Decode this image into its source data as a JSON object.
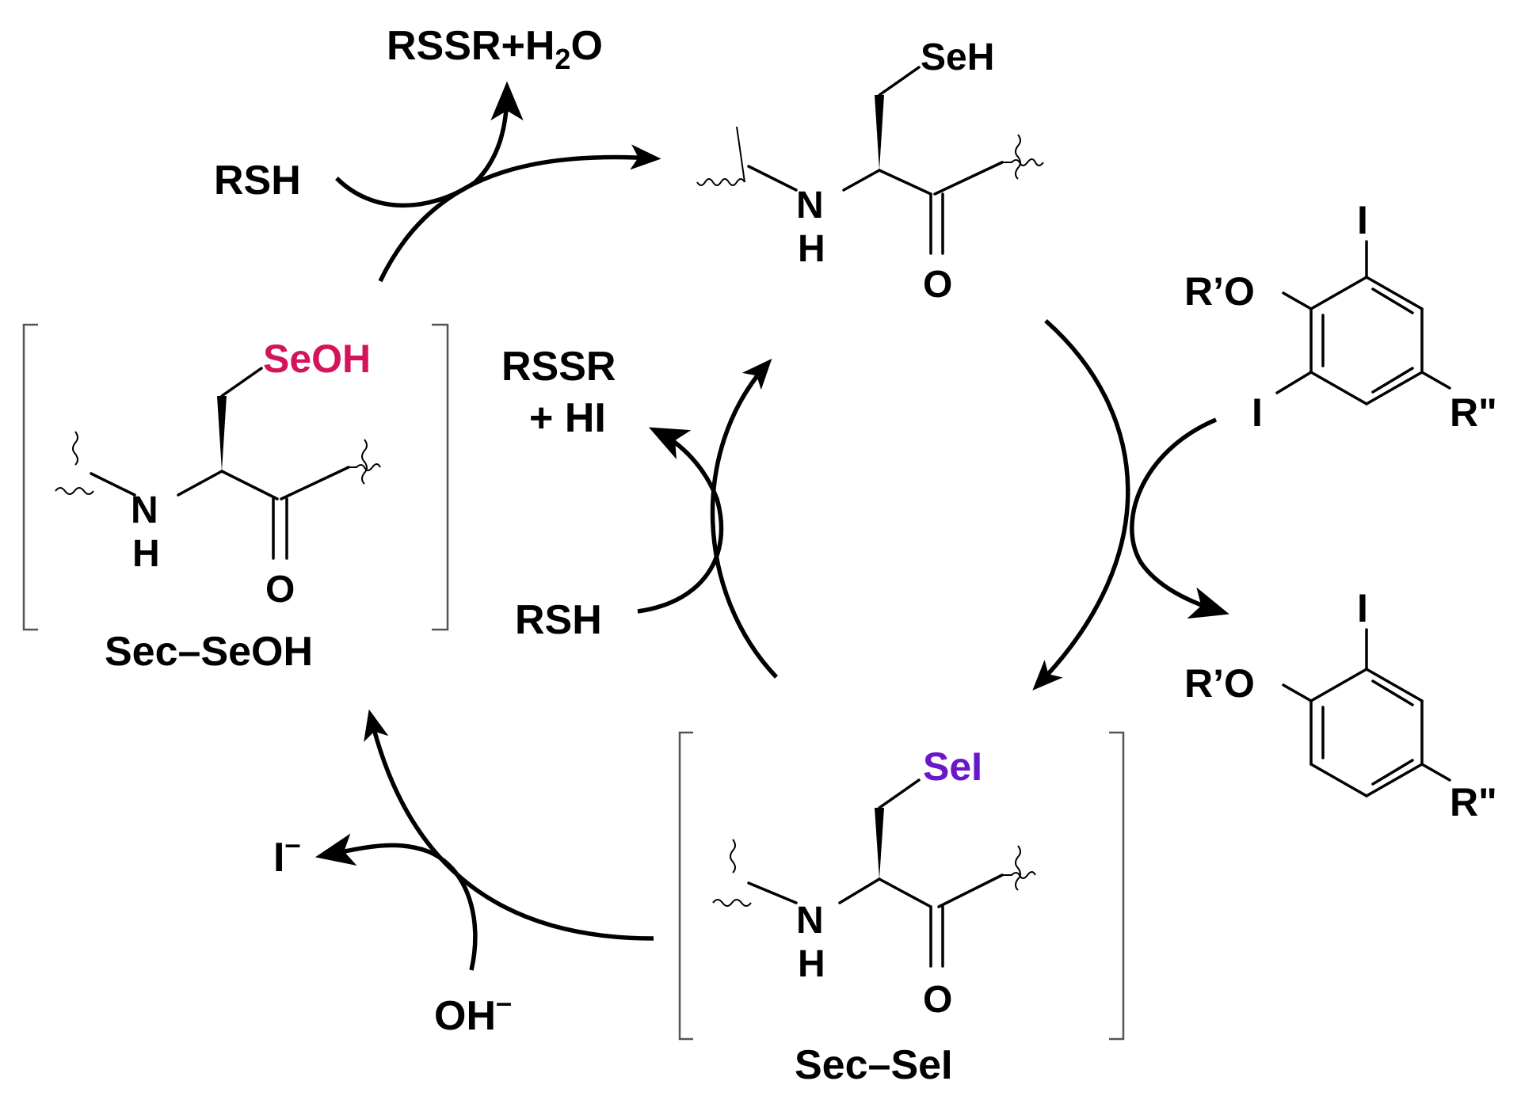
{
  "colors": {
    "seoh_label": "#d4145a",
    "sei_label": "#6a16c9",
    "ink": "#000000"
  },
  "top_structure": {
    "se_label": "SeH",
    "n_label": "N",
    "h_label": "H",
    "o_label": "O"
  },
  "left_structure": {
    "se_label": "SeOH",
    "n_label": "N",
    "h_label": "H",
    "o_label": "O",
    "name": "Sec–SeOH"
  },
  "bottom_structure": {
    "se_label": "SeI",
    "n_label": "N",
    "h_label": "H",
    "o_label": "O",
    "name": "Sec–SeI"
  },
  "substrate": {
    "iodo_top": "I",
    "iodo_bottom": "I",
    "oxy": "R’O",
    "r": "R\""
  },
  "product": {
    "iodo_top": "I",
    "oxy": "R’O",
    "r": "R\""
  },
  "reagents": {
    "top_out_main": "RSSR+H",
    "top_out_sub": "2",
    "top_out_tail": "O",
    "top_in": "RSH",
    "inner_out_line1": "RSSR",
    "inner_out_line2": "+ HI",
    "inner_in": "RSH",
    "bottom_out": "I",
    "bottom_out_charge": "–",
    "bottom_in": "OH",
    "bottom_in_charge": "–"
  }
}
